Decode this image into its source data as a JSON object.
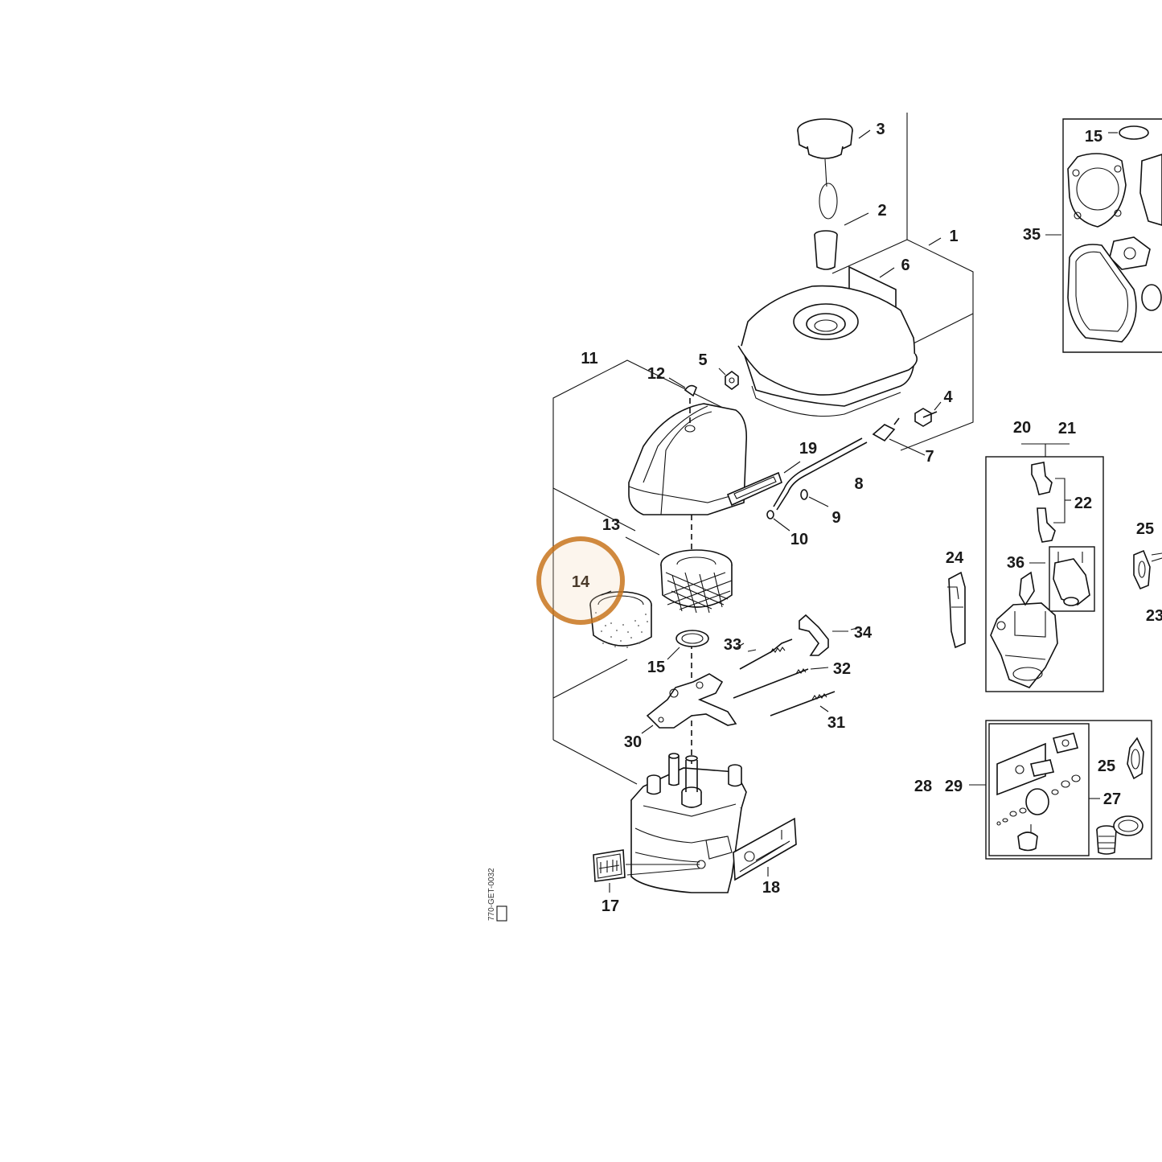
{
  "highlight": {
    "label": "14",
    "color": "#c8741c"
  },
  "drawing_code": "770-GET-0032",
  "labels": {
    "l1": "1",
    "l2": "2",
    "l3": "3",
    "l4": "4",
    "l5": "5",
    "l6": "6",
    "l7": "7",
    "l8": "8",
    "l9": "9",
    "l10": "10",
    "l11": "11",
    "l12": "12",
    "l13": "13",
    "l14": "14",
    "l15a": "15",
    "l15b": "15",
    "l17": "17",
    "l18": "18",
    "l19": "19",
    "l20": "20",
    "l21": "21",
    "l22": "22",
    "l23": "23",
    "l24": "24",
    "l25a": "25",
    "l25b": "25",
    "l27": "27",
    "l28": "28",
    "l29": "29",
    "l30": "30",
    "l31": "31",
    "l32": "32",
    "l33": "33",
    "l34": "34",
    "l35": "35",
    "l36": "36"
  }
}
